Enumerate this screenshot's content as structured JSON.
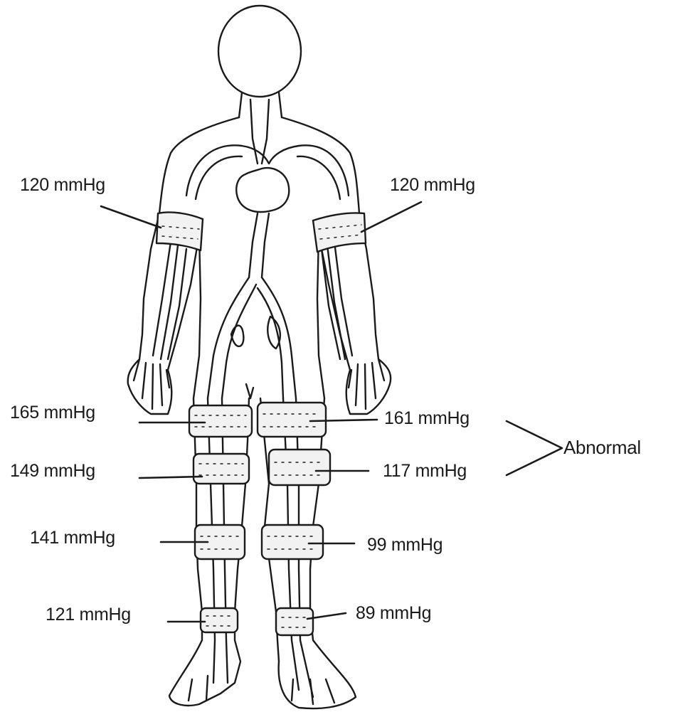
{
  "readings": {
    "right_arm": "120 mmHg",
    "left_arm": "120 mmHg",
    "right_high_thigh": "165 mmHg",
    "right_above_knee": "149 mmHg",
    "right_below_knee": "141 mmHg",
    "right_ankle": "121 mmHg",
    "left_high_thigh": "161 mmHg",
    "left_above_knee": "117 mmHg",
    "left_below_knee": "99 mmHg",
    "left_ankle": "89 mmHg"
  },
  "annotation": "Abnormal",
  "colors": {
    "ink": "#1a1a1a",
    "cuff_fill": "#f2f2f2",
    "background": "#ffffff"
  }
}
